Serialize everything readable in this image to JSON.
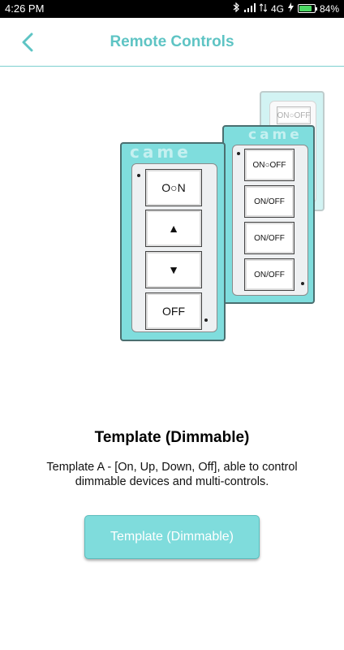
{
  "status_bar": {
    "time": "4:26 PM",
    "network": "4G",
    "battery_text": "84%",
    "battery_level": 0.84,
    "icons": [
      "bluetooth-icon",
      "signal-icon",
      "data-arrows-icon",
      "charging-icon",
      "battery-icon"
    ]
  },
  "header": {
    "back_icon": "chevron-left-icon",
    "title": "Remote Controls"
  },
  "illustration": {
    "main_remote": {
      "keys": [
        "O○N",
        "▲",
        "▼",
        "OFF"
      ]
    },
    "mid_remote": {
      "keys": [
        "ON○OFF",
        "ON/OFF",
        "ON/OFF",
        "ON/OFF"
      ]
    },
    "back_remote": {
      "keys": [
        "ON○OFF"
      ]
    },
    "logo": "came"
  },
  "template": {
    "title": "Template (Dimmable)",
    "description": "Template A - [On, Up, Down, Off], able to control dimmable devices and multi-controls.",
    "button_label": "Template (Dimmable)"
  },
  "colors": {
    "accent": "#5ec4c4",
    "panel": "#7fdddd",
    "button": "#7fdcdc"
  }
}
